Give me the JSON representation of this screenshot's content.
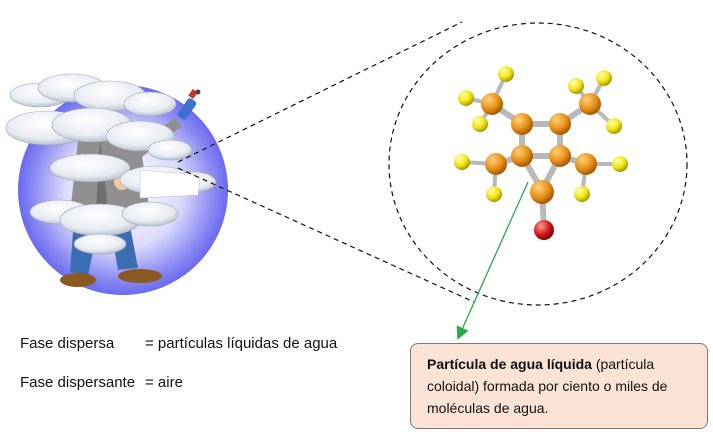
{
  "legend": {
    "dispersed_phase": {
      "term": "Fase dispersa",
      "definition": "= partículas líquidas de agua"
    },
    "dispersing_phase": {
      "term": "Fase dispersante",
      "definition": "= aire"
    }
  },
  "callout": {
    "bold": "Partícula de agua líquida",
    "rest": " (partícula coloidal) formada por ciento o miles de moléculas de agua."
  },
  "colors": {
    "callout_bg": "#fbe4d5",
    "arrow": "#2aa84a",
    "carbon_atom": "#e8921a",
    "hydrogen_atom": "#f2e614",
    "oxygen_atom": "#d81a1a",
    "bond": "#b9b9b9",
    "halo": "#6a6af0"
  },
  "illustration": {
    "subject": "man-in-cloud-with-spray-can",
    "zoom": "dashed-circle-magnified-molecule"
  }
}
